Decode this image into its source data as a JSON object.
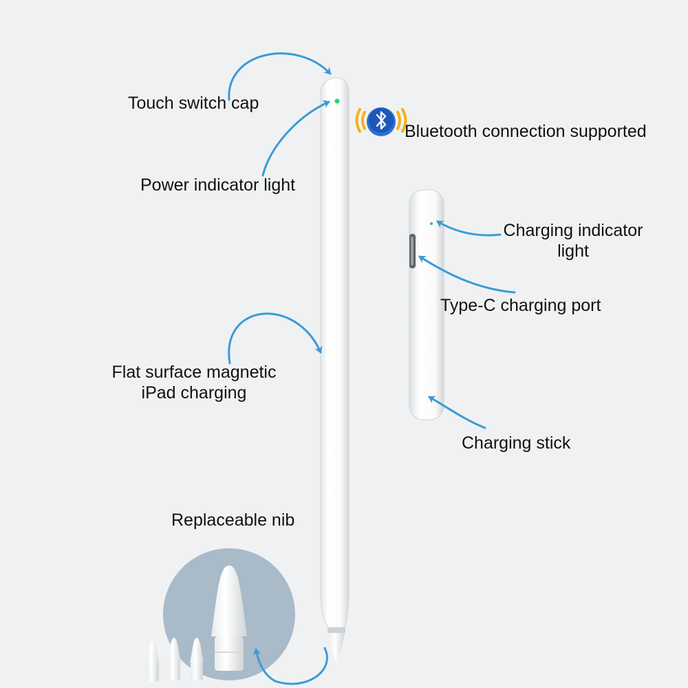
{
  "labels": {
    "touch_switch_cap": "Touch switch cap",
    "bluetooth": "Bluetooth connection supported",
    "power_indicator": "Power indicator light",
    "charging_indicator_line1": "Charging indicator",
    "charging_indicator_line2": "light",
    "type_c_port": "Type-C charging port",
    "flat_surface_line1": "Flat surface magnetic",
    "flat_surface_line2": "iPad charging",
    "charging_stick": "Charging stick",
    "replaceable_nib": "Replaceable nib"
  },
  "icons": {
    "bluetooth": "bluetooth-icon",
    "arrows": "curved-arrow-icon"
  },
  "colors": {
    "background": "#f0f1f2",
    "arrow": "#3a9ad9",
    "indicator_light": "#2fd36b",
    "bluetooth_blue": "#1f63c6",
    "bluetooth_wave": "#f2b21b",
    "nib_circle": "#a9bac9"
  }
}
